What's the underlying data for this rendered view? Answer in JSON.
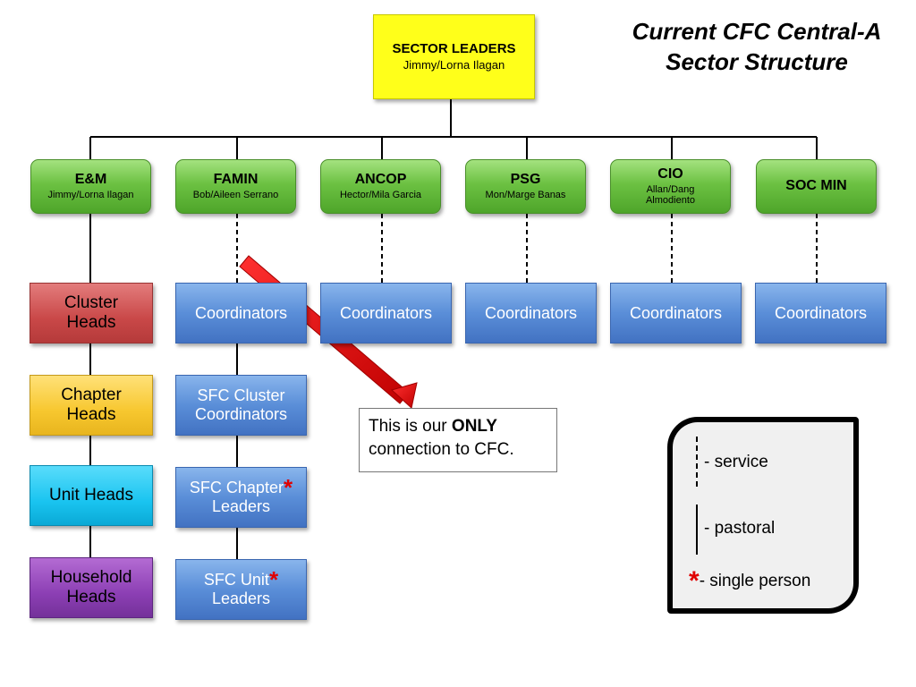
{
  "title": {
    "line1": "Current CFC Central-A",
    "line2": "Sector Structure"
  },
  "sector": {
    "title": "SECTOR LEADERS",
    "subtitle": "Jimmy/Lorna Ilagan"
  },
  "ministries": [
    {
      "name": "E&M",
      "leaders": "Jimmy/Lorna Ilagan"
    },
    {
      "name": "FAMIN",
      "leaders": "Bob/Aileen Serrano"
    },
    {
      "name": "ANCOP",
      "leaders": "Hector/Mila Garcia"
    },
    {
      "name": "PSG",
      "leaders": "Mon/Marge Banas"
    },
    {
      "name": "CIO",
      "leaders": "Allan/Dang Almodiento"
    },
    {
      "name": "SOC MIN",
      "leaders": ""
    }
  ],
  "coordinators_label": "Coordinators",
  "em_chain": {
    "cluster": {
      "line1": "Cluster",
      "line2": "Heads"
    },
    "chapter": {
      "line1": "Chapter",
      "line2": "Heads"
    },
    "unit": "Unit Heads",
    "household": {
      "line1": "Household",
      "line2": "Heads"
    }
  },
  "famin_chain": {
    "sfc_cluster": {
      "line1": "SFC Cluster",
      "line2": "Coordinators"
    },
    "sfc_chapter": {
      "line1": "SFC Chapter",
      "line2": "Leaders"
    },
    "sfc_unit": {
      "line1": "SFC Unit",
      "line2": "Leaders"
    }
  },
  "asterisk": "*",
  "callout": {
    "pre": "This is our ",
    "bold": "ONLY",
    "post": "connection to CFC."
  },
  "legend": {
    "service": "- service",
    "pastoral": "- pastoral",
    "single": "- single person"
  },
  "colors": {
    "sector": "#ffff1a",
    "ministry": "#6cc142",
    "coordinator": "#5a8ed8",
    "cluster": "#c94848",
    "chapter": "#f7c72f",
    "unit": "#1ac4f0",
    "household": "#8c3fb4",
    "arrow": "#e00000"
  }
}
